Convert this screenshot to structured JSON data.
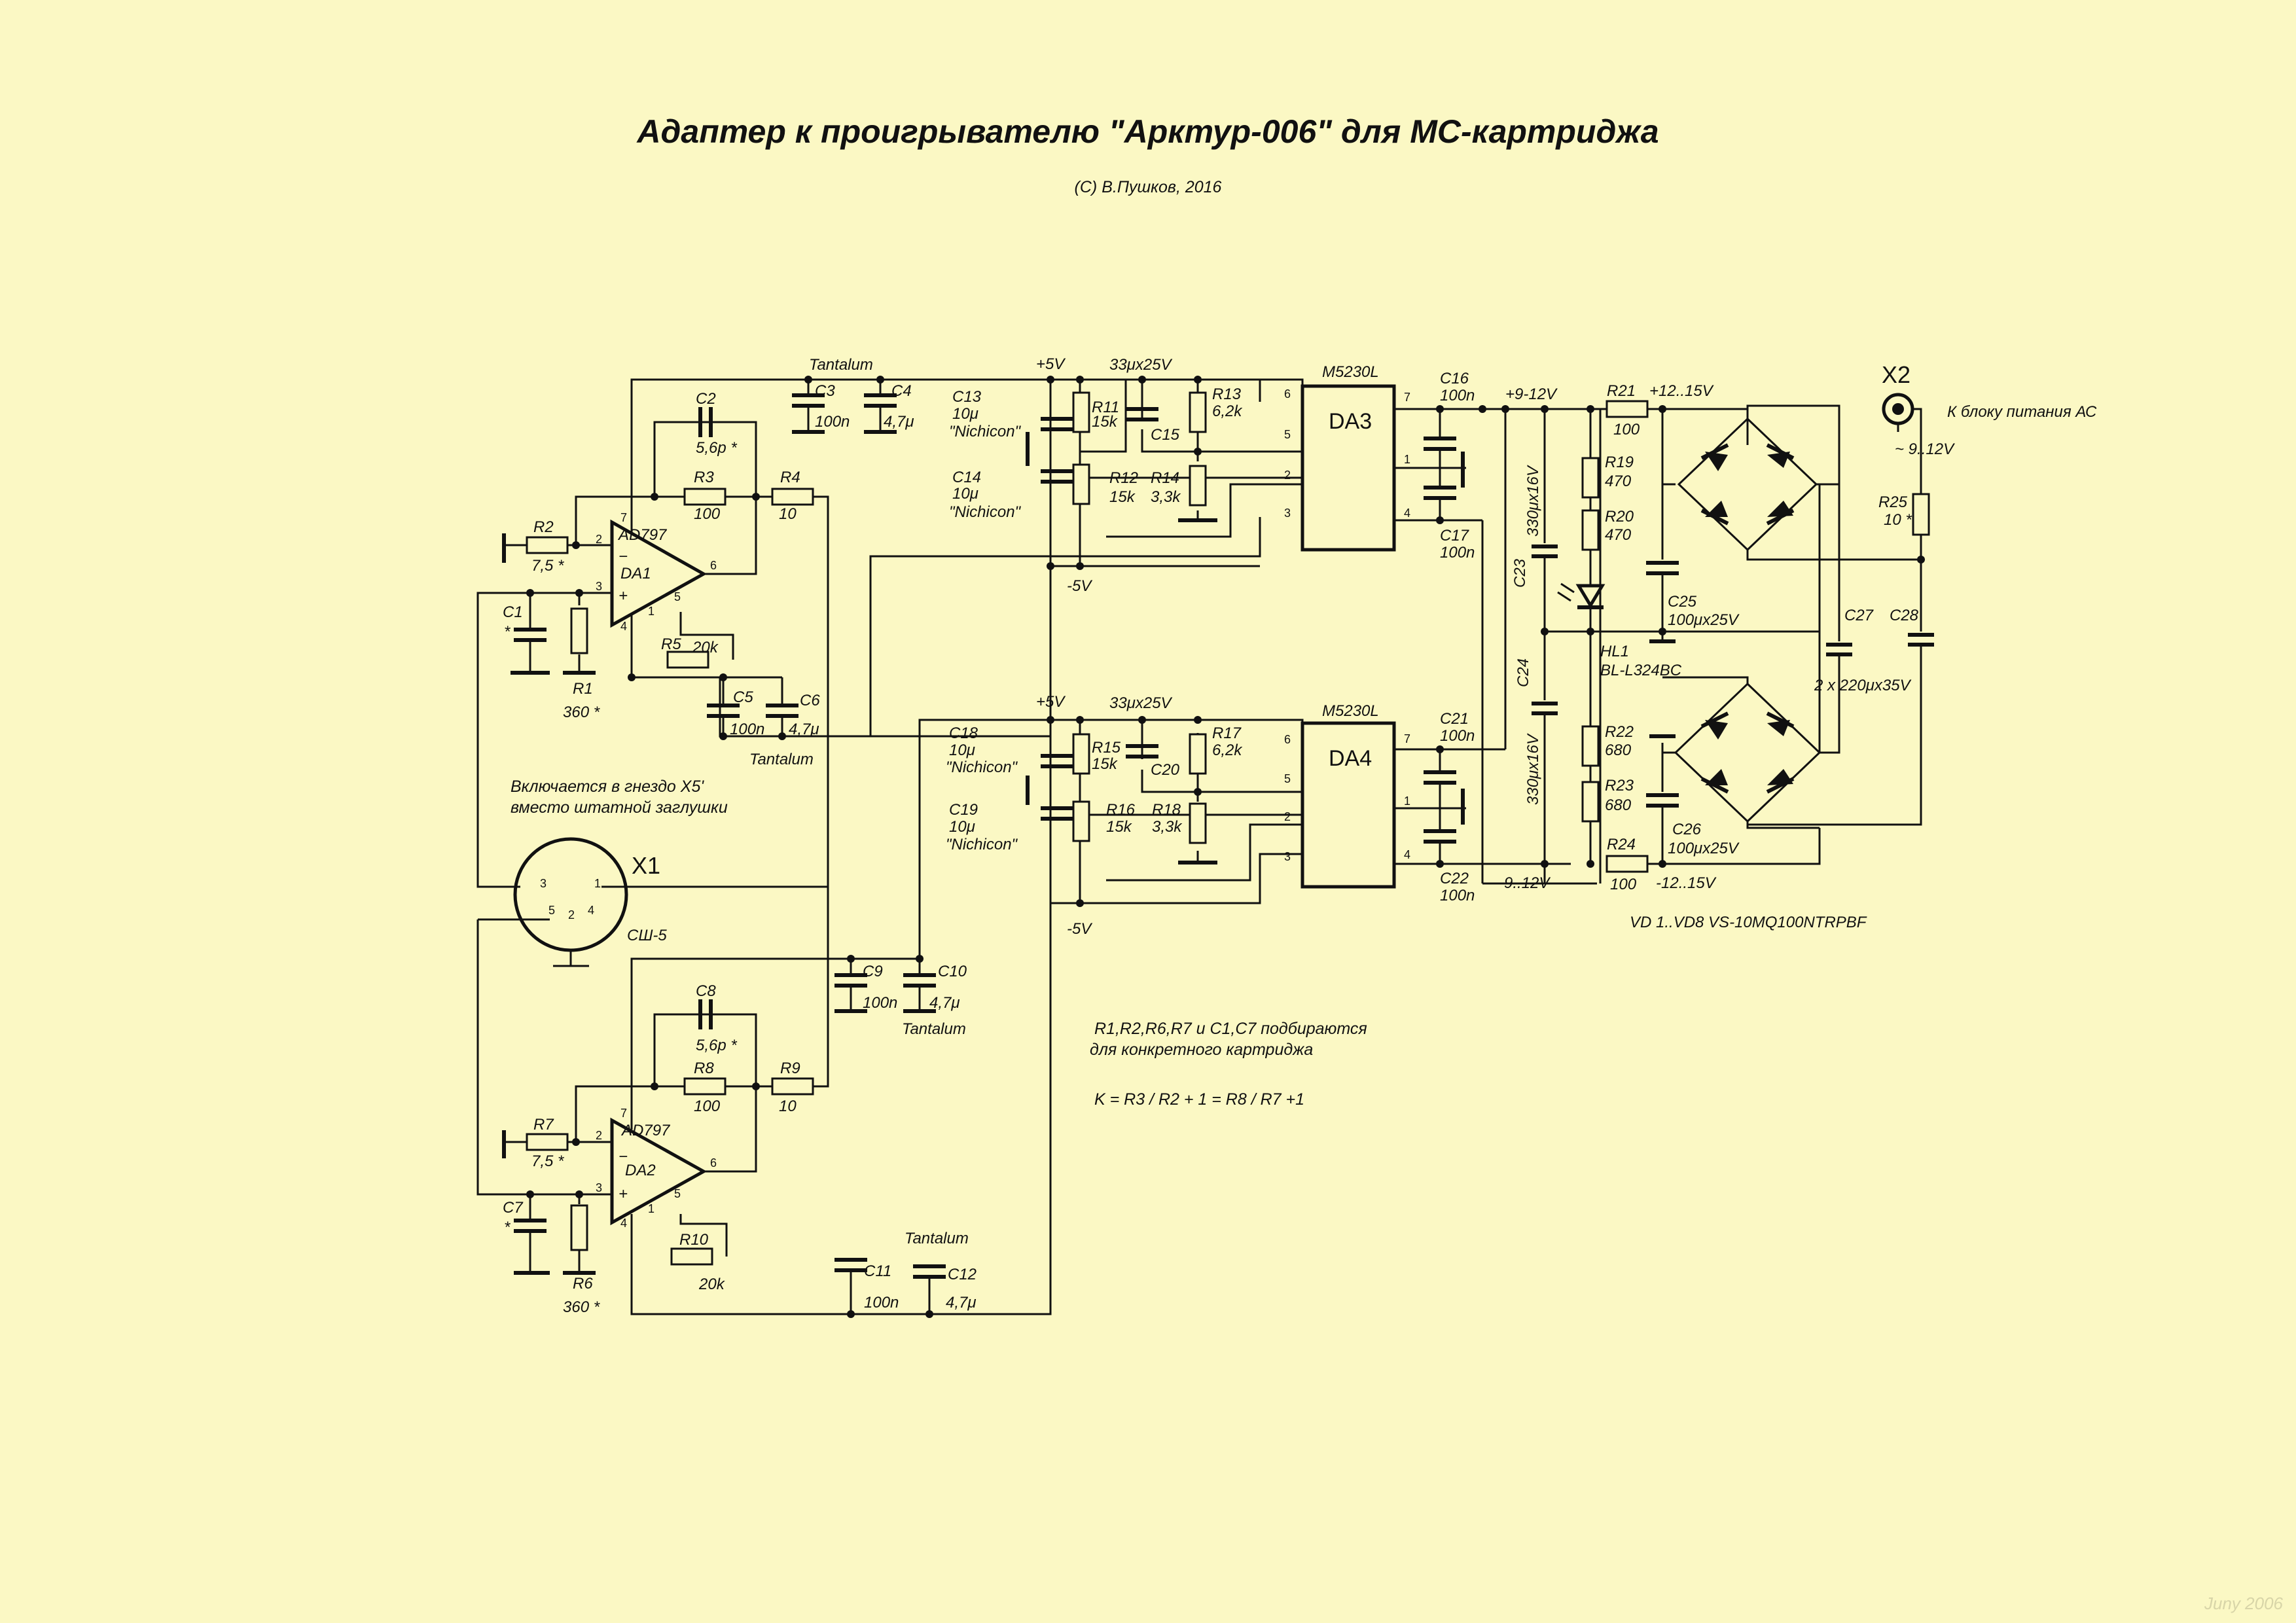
{
  "title": "Адаптер к проигрывателю \"Арктур-006\" для МС-картриджа",
  "author": "(C) В.Пушков, 2016",
  "rails": {
    "plus5_top": "+5V",
    "minus5_top": "-5V",
    "plus5_bot": "+5V",
    "minus5_bot": "-5V",
    "plus9_12": "+9-12V",
    "minus9_12": "-9..12V",
    "plus12_15": "+12..15V",
    "minus12_15": "-12..15V",
    "ac_in": "~ 9..12V"
  },
  "chips": {
    "da1": {
      "name": "DA1",
      "type": "AD797"
    },
    "da2": {
      "name": "DA2",
      "type": "AD797"
    },
    "da3": {
      "name": "DA3",
      "type": "M5230L"
    },
    "da4": {
      "name": "DA4",
      "type": "M5230L"
    }
  },
  "pins": {
    "p1": "1",
    "p2": "2",
    "p3": "3",
    "p4": "4",
    "p5": "5",
    "p6": "6",
    "p7": "7"
  },
  "components": {
    "c1": "C1",
    "c1v": "*",
    "r1": "R1",
    "r1v": "360 *",
    "r2": "R2",
    "r2v": "7,5 *",
    "c2": "C2",
    "c2v": "5,6p *",
    "r3": "R3",
    "r3v": "100",
    "r4": "R4",
    "r4v": "10",
    "r5": "R5",
    "r5v": "20k",
    "c3": "C3",
    "c3v": "100n",
    "c4": "C4",
    "c4v": "4,7μ",
    "c5": "C5",
    "c5v": "100n",
    "c6": "C6",
    "c6v": "4,7μ",
    "c7": "C7",
    "c7v": "*",
    "r6": "R6",
    "r6v": "360 *",
    "r7": "R7",
    "r7v": "7,5 *",
    "c8": "C8",
    "c8v": "5,6p *",
    "r8": "R8",
    "r8v": "100",
    "r9": "R9",
    "r9v": "10",
    "r10": "R10",
    "r10v": "20k",
    "c9": "C9",
    "c9v": "100n",
    "c10": "C10",
    "c10v": "4,7μ",
    "c11": "C11",
    "c11v": "100n",
    "c12": "C12",
    "c12v": "4,7μ",
    "c13": "C13",
    "c13v": "10μ",
    "c13n": "\"Nichicon\"",
    "c14": "C14",
    "c14v": "10μ",
    "c14n": "\"Nichicon\"",
    "r11": "R11",
    "r11v": "15k",
    "r12": "R12",
    "r12v": "15k",
    "c15": "C15",
    "c15v": "33μx25V",
    "r13": "R13",
    "r13v": "6,2k",
    "r14": "R14",
    "r14v": "3,3k",
    "c16": "C16",
    "c16v": "100n",
    "c17": "C17",
    "c17v": "100n",
    "c18": "C18",
    "c18v": "10μ",
    "c18n": "\"Nichicon\"",
    "c19": "C19",
    "c19v": "10μ",
    "c19n": "\"Nichicon\"",
    "r15": "R15",
    "r15v": "15k",
    "r16": "R16",
    "r16v": "15k",
    "c20": "C20",
    "c20v": "33μx25V",
    "r17": "R17",
    "r17v": "6,2k",
    "r18": "R18",
    "r18v": "3,3k",
    "c21": "C21",
    "c21v": "100n",
    "c22": "C22",
    "c22v": "100n",
    "c23": "C23",
    "c23v": "330μx16V",
    "c24": "C24",
    "c24v": "330μx16V",
    "r19": "R19",
    "r19v": "470",
    "r20": "R20",
    "r20v": "470",
    "r21": "R21",
    "r21v": "100",
    "r22": "R22",
    "r22v": "680",
    "r23": "R23",
    "r23v": "680",
    "r24": "R24",
    "r24v": "100",
    "r25": "R25",
    "r25v": "10 *",
    "c25": "C25",
    "c25v": "100μx25V",
    "c26": "C26",
    "c26v": "100μx25V",
    "c27": "C27",
    "c28": "C28",
    "c27_28v": "2 x 220μx35V",
    "hl1": "HL1",
    "hl1v": "BL-L324BC",
    "tant": "Tantalum"
  },
  "connectors": {
    "x1": "X1",
    "x1_type": "СШ-5",
    "x1_pins": [
      "3",
      "1",
      "5",
      "2",
      "4"
    ],
    "x2": "X2",
    "x2_note": "К блоку питания АС"
  },
  "notes": {
    "x5_line1": "Включается в гнездо X5'",
    "x5_line2": "вместо штатной заглушки",
    "diodes": "VD 1..VD8 VS-10MQ100NTRPBF",
    "select_line1": "R1,R2,R6,R7 и C1,C7 подбираются",
    "select_line2": "для конкретного картриджа",
    "formula": "K = R3 / R2 + 1 = R8 / R7 +1"
  },
  "watermark": "Juny 2006"
}
